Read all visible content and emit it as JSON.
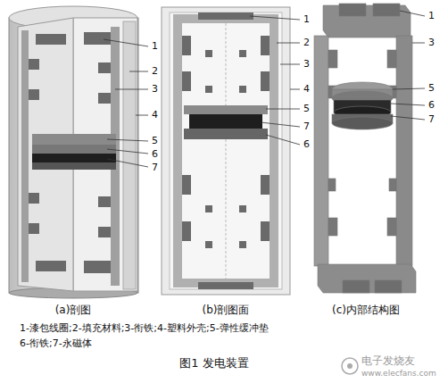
{
  "diagram": {
    "caption": "图1 发电装置",
    "labels": [
      "1",
      "2",
      "3",
      "4",
      "5",
      "6",
      "7",
      "(a)剖图",
      "1",
      "2",
      "3",
      "4",
      "5",
      "7",
      "6",
      "(b)剖图面",
      "1",
      "3",
      "5",
      "6",
      "7",
      "(c)内部结构图",
      "1-漆包线圈;2-填充材料;3-衔铁;4-塑料外壳;5-弹性缓冲垫",
      "6-衔铁;7-永磁体",
      "电子发烧友",
      "www.elecfans.com"
    ]
  }
}
